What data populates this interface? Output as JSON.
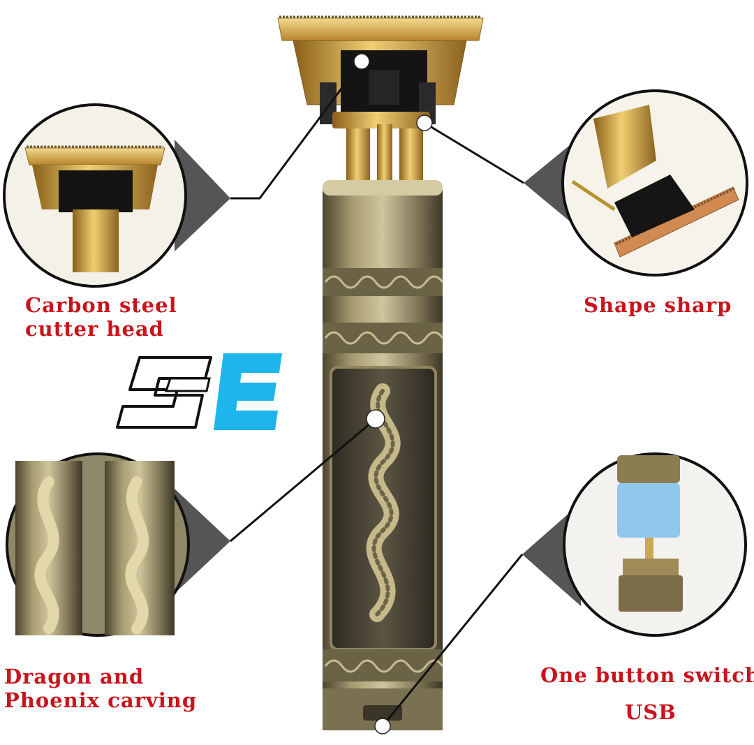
{
  "labels": {
    "cutter_head": [
      "Carbon steel",
      "cutter head"
    ],
    "shape_sharp": "Shape sharp",
    "carving": [
      "Dragon and",
      "Phoenix carving"
    ],
    "switch": "One button switch",
    "usb": "USB"
  },
  "colors": {
    "caption_red": "#c8141c",
    "logo_blue": "#1eb4ec",
    "bronze_dark": "#5a5030",
    "bronze_light": "#b9ad82",
    "gold": "#d8a23a"
  }
}
